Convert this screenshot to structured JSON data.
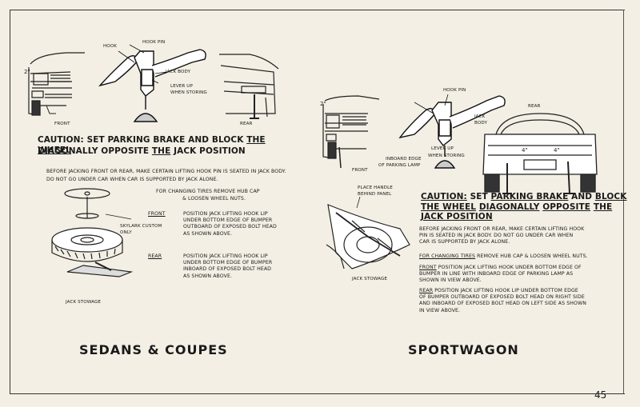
{
  "left": {
    "labels": {
      "hook": "HOOK",
      "hook_pin": "HOOK PIN",
      "jack_body": "JACK BODY",
      "lever_up": "LEVER UP",
      "when_storing": "WHEN STORING",
      "front": "FRONT",
      "rear": "REAR",
      "dim": "2\""
    },
    "caution": {
      "prefix": "CAUTION: SET PARKING BRAKE AND BLOCK ",
      "the1": "THE",
      "space": " ",
      "wheel": "WHEEL",
      "line2_a": "DIAGONALLY OPPOSITE ",
      "the2": "THE",
      "line2_b": " JACK POSITION"
    },
    "warning_1": "BEFORE JACKING FRONT OR REAR, MAKE CERTAIN LIFTING HOOK PIN IS SEATED IN JACK BODY.",
    "warning_2": "DO NOT GO UNDER CAR WHEN CAR IS SUPPORTED BY JACK ALONE.",
    "changing_1": "FOR CHANGING TIRES   REMOVE HUB CAP",
    "changing_2": "& LOOSEN WHEEL NUTS.",
    "skylark_1": "SKYLARK CUSTOM",
    "skylark_2": "ONLY",
    "front_heading": "FRONT",
    "front_text": [
      "POSITION JACK LIFTING HOOK LIP",
      "UNDER BOTTOM EDGE OF BUMPER",
      "OUTBOARD OF EXPOSED BOLT HEAD",
      "AS SHOWN ABOVE."
    ],
    "rear_heading": "REAR",
    "rear_text": [
      "POSITION JACK LIFTING HOOK LIP",
      "UNDER BOTTOM EDGE OF BUMPER",
      "INBOARD OF EXPOSED BOLT HEAD",
      "AS SHOWN ABOVE."
    ],
    "stowage": "JACK STOWAGE",
    "title": "SEDANS & COUPES"
  },
  "right": {
    "labels": {
      "hook_pin": "HOOK PIN",
      "jack_body_1": "JACK",
      "jack_body_2": "BODY",
      "rear": "REAR",
      "lever_up": "LEVER UP",
      "when_storing": "WHEN STORING",
      "inboard_1": "INBOARD EDGE",
      "inboard_2": "OF PARKING LAMP",
      "front": "FRONT",
      "place_handle_1": "PLACE HANDLE",
      "place_handle_2": "BEHIND PANEL",
      "dim1": "2\"",
      "dim2": "4\"",
      "dim3": "4\""
    },
    "caution": {
      "caution_word": "CAUTION:",
      "l1_b": " SET ",
      "parking_brake": "PARKING BRAKE",
      "and": " AND ",
      "block": "BLOCK",
      "the_wheel": "THE WHEEL",
      "space": " ",
      "diagonally": "DIAGONALLY",
      "opposite": "OPPOSITE",
      "the": "THE",
      "jack_position": "JACK POSITION"
    },
    "warning": [
      "BEFORE JACKING FRONT OR REAR, MAKE CERTAIN LIFTING HOOK",
      "PIN IS SEATED IN JACK BODY. DO NOT GO UNDER CAR WHEN",
      "CAR IS SUPPORTED BY JACK ALONE."
    ],
    "changing_head": "FOR CHANGING TIRES",
    "changing_rest": "   REMOVE HUB CAP & LOOSEN WHEEL NUTS.",
    "front_head": "FRONT",
    "front_text": [
      "   POSITION JACK LIFTING HOOK UNDER BOTTOM EDGE OF",
      "BUMPER IN LINE WITH INBOARD EDGE OF PARKING LAMP AS",
      "SHOWN IN VIEW ABOVE."
    ],
    "rear_head": "REAR",
    "rear_text": [
      "   POSITION JACK LIFTING HOOK LIP UNDER BOTTOM EDGE",
      "OF BUMPER OUTBOARD OF EXPOSED BOLT HEAD ON RIGHT SIDE",
      "AND INBOARD OF EXPOSED BOLT HEAD ON LEFT SIDE AS SHOWN",
      "IN VIEW ABOVE."
    ],
    "stowage": "JACK STOWAGE",
    "title": "SPORTWAGON"
  },
  "page_number": "45"
}
